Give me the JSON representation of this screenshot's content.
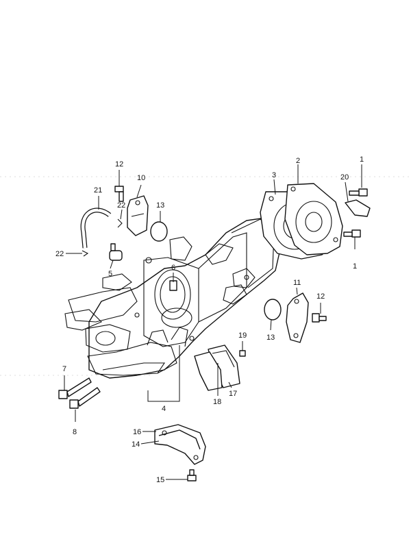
{
  "callouts": [
    {
      "label": "1"
    },
    {
      "label": "1"
    },
    {
      "label": "2"
    },
    {
      "label": "3"
    },
    {
      "label": "4"
    },
    {
      "label": "5"
    },
    {
      "label": "6"
    },
    {
      "label": "7"
    },
    {
      "label": "8"
    },
    {
      "label": "10"
    },
    {
      "label": "11"
    },
    {
      "label": "12"
    },
    {
      "label": "12"
    },
    {
      "label": "13"
    },
    {
      "label": "13"
    },
    {
      "label": "14"
    },
    {
      "label": "15"
    },
    {
      "label": "16"
    },
    {
      "label": "17"
    },
    {
      "label": "18"
    },
    {
      "label": "19"
    },
    {
      "label": "20"
    },
    {
      "label": "21"
    },
    {
      "label": "22"
    },
    {
      "label": "22"
    }
  ]
}
